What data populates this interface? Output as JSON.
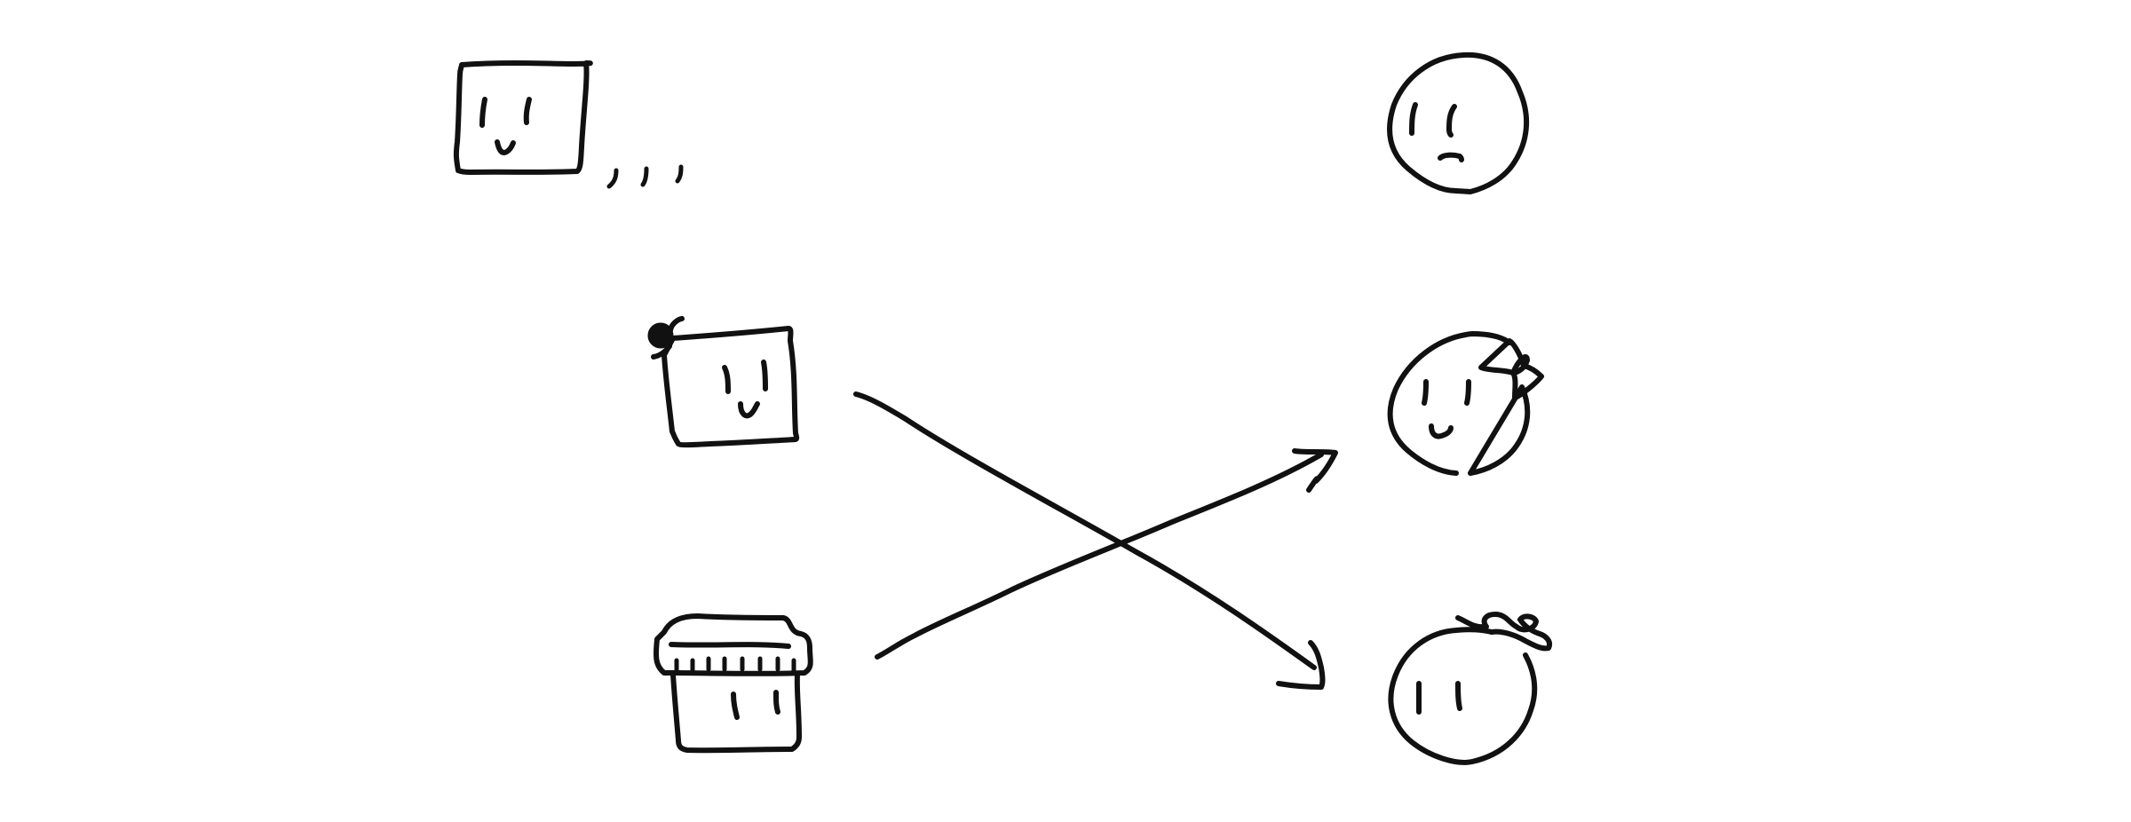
{
  "style": {
    "background": "#ffffff",
    "ink": "#111111"
  },
  "diagram": {
    "kind": "hand-drawn mapping",
    "left_column": [
      {
        "id": "plain-box-character",
        "expression": "smile",
        "trailing_marks": ",,,"
      },
      {
        "id": "bow-box-character",
        "expression": "smile",
        "accessory": "bow"
      },
      {
        "id": "fringe-box-character",
        "expression": "neutral",
        "accessory": "fringe"
      }
    ],
    "right_column": [
      {
        "id": "plain-circle-character",
        "expression": "frown"
      },
      {
        "id": "bow-circle-character",
        "expression": "smile",
        "accessory": "bow"
      },
      {
        "id": "curl-circle-character",
        "expression": "neutral",
        "accessory": "curls"
      }
    ],
    "arrows": [
      {
        "from": "bow-box-character",
        "to": "curl-circle-character"
      },
      {
        "from": "fringe-box-character",
        "to": "bow-circle-character"
      }
    ]
  }
}
